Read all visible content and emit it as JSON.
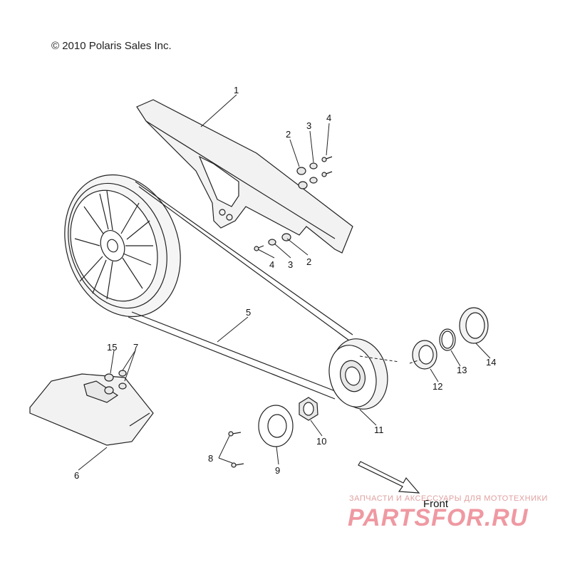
{
  "copyright": "© 2010 Polaris Sales Inc.",
  "front_label": "Front",
  "watermark": {
    "tagline": "ЗАПЧАСТИ И АКСЕССУАРЫ ДЛЯ МОТОТЕХНИКИ",
    "brand": "PARTSFOR.RU"
  },
  "callouts": [
    "1",
    "2",
    "3",
    "4",
    "4",
    "3",
    "2",
    "5",
    "6",
    "7",
    "15",
    "8",
    "9",
    "10",
    "11",
    "12",
    "13",
    "14"
  ],
  "colors": {
    "line": "#222222",
    "part_fill": "#f2f2f2",
    "watermark": "#e04655"
  }
}
